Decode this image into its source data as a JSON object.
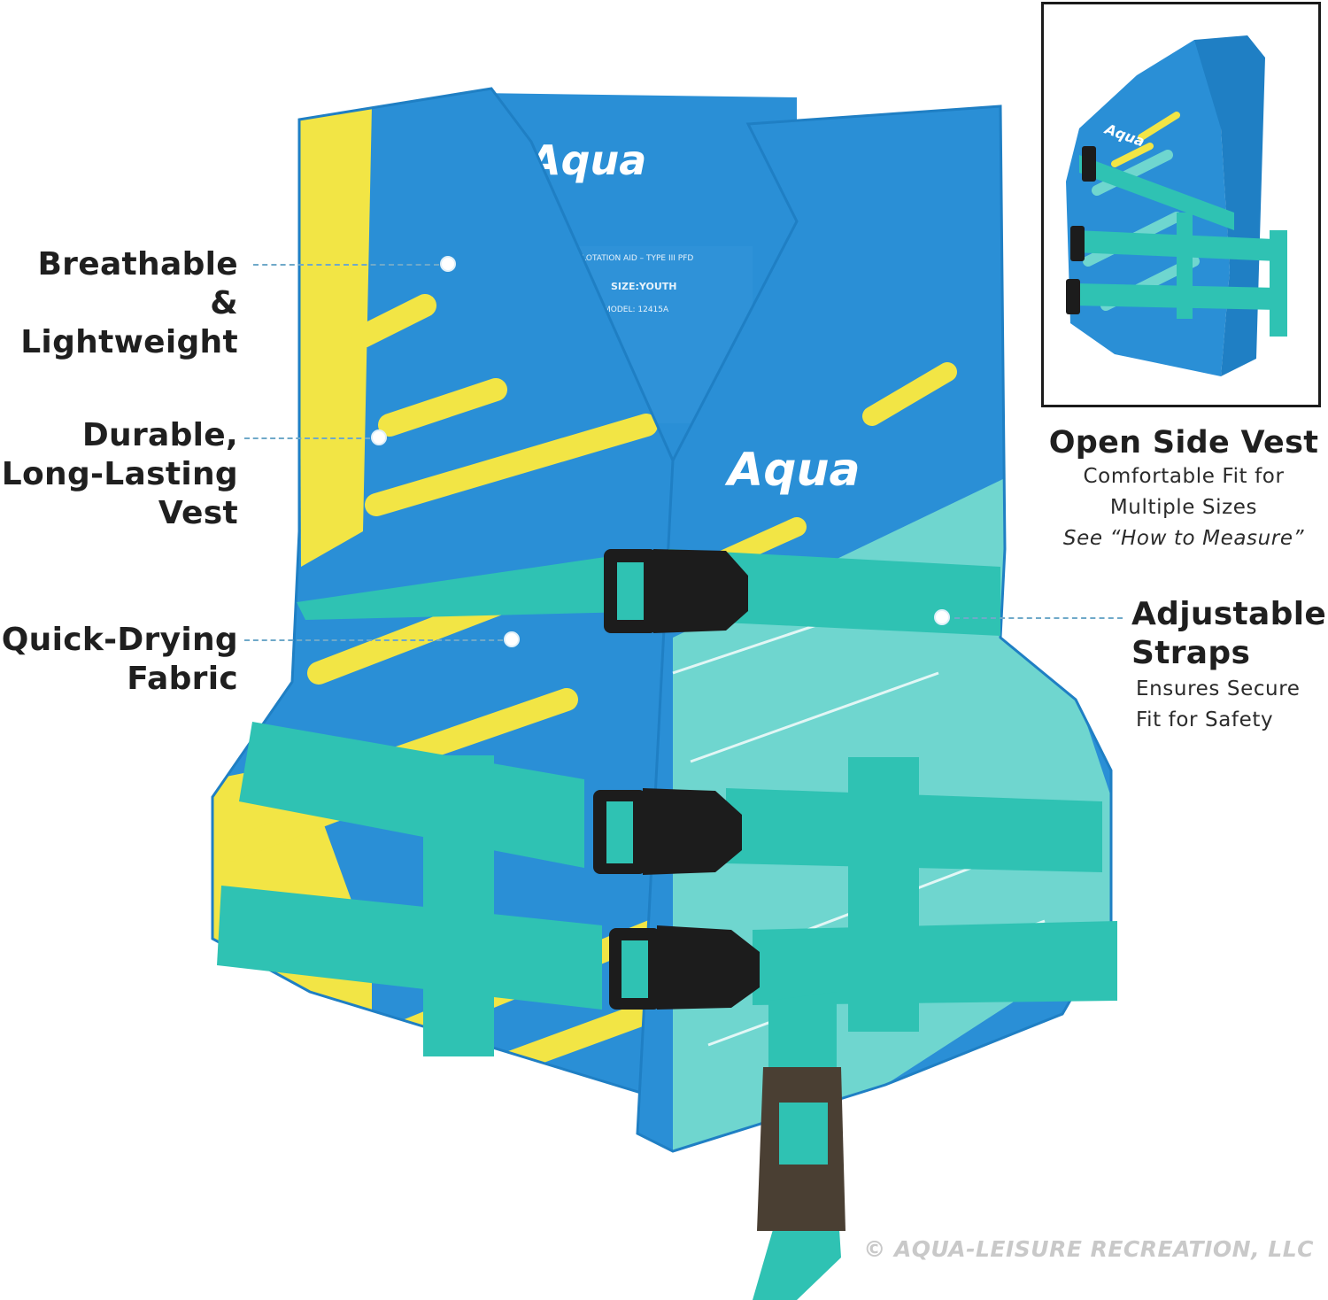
{
  "features": {
    "breathable": [
      "Breathable &",
      "Lightweight"
    ],
    "durable": [
      "Durable,",
      "Long-Lasting",
      "Vest"
    ],
    "quick_drying": [
      "Quick-Drying",
      "Fabric"
    ],
    "adjustable": {
      "title": [
        "Adjustable",
        "Straps"
      ],
      "subtitle": [
        "Ensures Secure",
        "Fit for Safety"
      ]
    },
    "open_side": {
      "title": "Open Side Vest",
      "subtitle": [
        "Comfortable Fit for",
        "Multiple Sizes"
      ],
      "note": "See “How to Measure”"
    }
  },
  "vest_labels": {
    "brand": "Aqua",
    "tag_lines": [
      "FLOTATION AID – TYPE III PFD",
      "SIZE:YOUTH",
      "MODEL: 12415A"
    ]
  },
  "copyright": "© AQUA-LEISURE RECREATION, LLC",
  "colors": {
    "vest_blue": "#2a8fd6",
    "vest_yellow": "#f2e545",
    "strap_teal": "#2fc2b3",
    "mint": "#6fd6cf",
    "buckle": "#1c1c1c",
    "leader_line": "#6fa9c9"
  }
}
